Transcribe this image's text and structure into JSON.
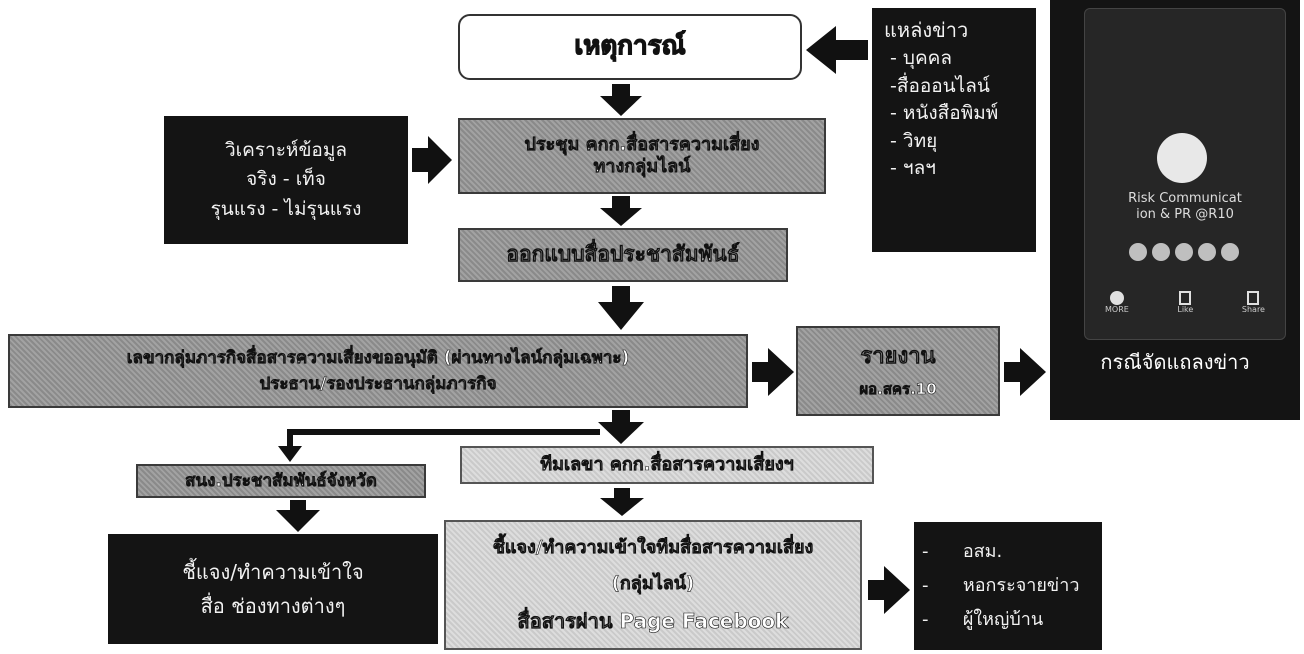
{
  "event": "เหตุการณ์",
  "sources": {
    "title": "แหล่งข่าว",
    "items": [
      "- บุคคล",
      "-สื่อออนไลน์",
      "- หนังสือพิมพ์",
      "- วิทยุ",
      "- ฯลฯ"
    ]
  },
  "analysis": [
    "วิเคราะห์ข้อมูล",
    "จริง  - เท็จ",
    "รุนแรง - ไม่รุนแรง"
  ],
  "meeting": [
    "ประชุม คกก.สื่อสารความเสี่ยง",
    "ทางกลุ่มไลน์"
  ],
  "design": "ออกแบบสื่อประชาสัมพันธ์",
  "approval": [
    "เลขากลุ่มภารกิจสื่อสารความเสี่ยงขออนุมัติ (ผ่านทางไลน์กลุ่มเฉพาะ)",
    "ประธาน/รองประธานกลุ่มภารกิจ"
  ],
  "report": {
    "title": "รายงาน",
    "subtitle": "ผอ.สคร.10"
  },
  "phone": {
    "profile_name": [
      "Risk Communicat",
      "ion & PR @R10"
    ],
    "caption": "กรณีจัดแถลงข่าว",
    "action_labels": [
      "MORE",
      "Like",
      "Share"
    ]
  },
  "secretary": "ทีมเลขา คกก.สื่อสารความเสี่ยงฯ",
  "provincial_pr": "สนง.ประชาสัมพันธ์จังหวัด",
  "clarify_media": [
    "ชี้แจง/ทำความเข้าใจ",
    "สื่อ ช่องทางต่างๆ"
  ],
  "clarify_team": [
    "ชี้แจง/ทำความเข้าใจทีมสื่อสารความเสี่ยง",
    "(กลุ่มไลน์)",
    "สื่อสารผ่าน Page Facebook"
  ],
  "targets": [
    "-      อสม.",
    "-      หอกระจายข่าว",
    "-      ผู้ใหญ่บ้าน"
  ],
  "colors": {
    "dark": "#141414",
    "grey": "#9a9a9a",
    "arrow": "#111111"
  }
}
